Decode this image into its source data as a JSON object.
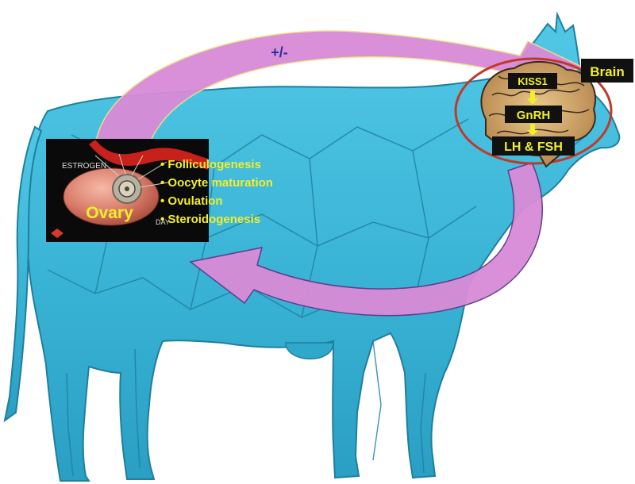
{
  "feedback_label": "+/-",
  "brain": {
    "title": "Brain",
    "kiss1": "KISS1",
    "gnrh": "GnRH",
    "lh_fsh": "LH & FSH"
  },
  "ovary_panel": {
    "estrogen_label": "ESTROGEN",
    "day_label": "DAY",
    "ovary_label": "Ovary",
    "functions": [
      "Folliculogenesis",
      "Oocyte maturation",
      "Ovulation",
      "Steroidogenesis"
    ]
  },
  "colors": {
    "cow_body": "#3cb8d8",
    "cow_outline": "#1f7f9d",
    "arrow_fill": "#d98bd6",
    "text_yellow": "#f2ee2a",
    "feedback_text": "#2a2f9a",
    "brain_circle": "#c0392b"
  }
}
